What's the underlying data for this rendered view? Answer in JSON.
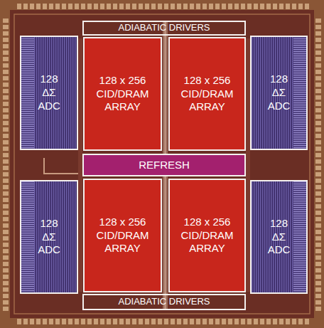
{
  "diagram": {
    "nodes": [
      {
        "text": [
          "ADIABATIC DRIVERS"
        ]
      },
      {
        "text": [
          "128 ΔΣ ADC"
        ]
      },
      {
        "text": [
          "128 x 256 CID/DRAM ARRAY"
        ]
      },
      {
        "text": [
          "128 x 256 CID/DRAM ARRAY"
        ]
      },
      {
        "text": [
          "128 ΔΣ ADC"
        ]
      },
      {
        "text": [
          "REFRESH"
        ]
      },
      {
        "text": [
          "128 ΔΣ ADC"
        ]
      },
      {
        "text": [
          "128 x 256 CID/DRAM ARRAY"
        ]
      },
      {
        "text": [
          "128 x 256 CID/DRAM ARRAY"
        ]
      },
      {
        "text": [
          "128 ΔΣ ADC"
        ]
      },
      {
        "text": [
          "ADIABATIC DRIVERS"
        ]
      }
    ]
  }
}
